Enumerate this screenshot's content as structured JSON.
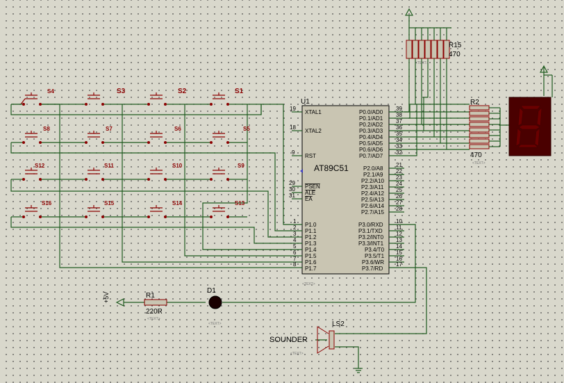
{
  "keypad": {
    "labels": [
      "S4",
      "S3",
      "S2",
      "S1",
      "S8",
      "S7",
      "S6",
      "S5",
      "S12",
      "S11",
      "S10",
      "S9",
      "S16",
      "S15",
      "S14",
      "S13"
    ]
  },
  "mcu": {
    "ref": "U1",
    "part": "AT89C51",
    "text_tag": "<TEXT>",
    "left_pins": [
      {
        "num": "19",
        "name": "XTAL1"
      },
      {
        "num": "18",
        "name": "XTAL2"
      },
      {
        "num": "9",
        "name": "RST"
      },
      {
        "num": "29",
        "name": "PSEN"
      },
      {
        "num": "30",
        "name": "ALE"
      },
      {
        "num": "31",
        "name": "EA"
      },
      {
        "num": "1",
        "name": "P1.0"
      },
      {
        "num": "2",
        "name": "P1.1"
      },
      {
        "num": "3",
        "name": "P1.2"
      },
      {
        "num": "4",
        "name": "P1.3"
      },
      {
        "num": "5",
        "name": "P1.4"
      },
      {
        "num": "6",
        "name": "P1.5"
      },
      {
        "num": "7",
        "name": "P1.6"
      },
      {
        "num": "8",
        "name": "P1.7"
      }
    ],
    "right_pins": [
      {
        "num": "39",
        "name": "P0.0/AD0"
      },
      {
        "num": "38",
        "name": "P0.1/AD1"
      },
      {
        "num": "37",
        "name": "P0.2/AD2"
      },
      {
        "num": "36",
        "name": "P0.3/AD3"
      },
      {
        "num": "35",
        "name": "P0.4/AD4"
      },
      {
        "num": "34",
        "name": "P0.5/AD5"
      },
      {
        "num": "33",
        "name": "P0.6/AD6"
      },
      {
        "num": "32",
        "name": "P0.7/AD7"
      },
      {
        "num": "21",
        "name": "P2.0/A8"
      },
      {
        "num": "22",
        "name": "P2.1/A9"
      },
      {
        "num": "23",
        "name": "P2.2/A10"
      },
      {
        "num": "24",
        "name": "P2.3/A11"
      },
      {
        "num": "25",
        "name": "P2.4/A12"
      },
      {
        "num": "26",
        "name": "P2.5/A13"
      },
      {
        "num": "27",
        "name": "P2.6/A14"
      },
      {
        "num": "28",
        "name": "P2.7/A15"
      },
      {
        "num": "10",
        "name": "P3.0/RXD"
      },
      {
        "num": "11",
        "name": "P3.1/TXD"
      },
      {
        "num": "12",
        "name": "P3.2/INT0"
      },
      {
        "num": "13",
        "name": "P3.3/INT1"
      },
      {
        "num": "14",
        "name": "P3.4/T0"
      },
      {
        "num": "15",
        "name": "P3.5/T1"
      },
      {
        "num": "16",
        "name": "P3.6/WR"
      },
      {
        "num": "17",
        "name": "P3.7/RD"
      }
    ]
  },
  "rpack": {
    "ref": "R15",
    "value": "470",
    "text_tag": "<TEXT>"
  },
  "r2": {
    "ref": "R2",
    "value": "470",
    "text_tag": "<TEXT>"
  },
  "r1": {
    "ref": "R1",
    "value": "220R",
    "text_tag": "<TEXT>"
  },
  "d1": {
    "ref": "D1",
    "text_tag": "<TEXT>"
  },
  "power": {
    "label": "+5V"
  },
  "sounder": {
    "ref": "LS2",
    "label": "SOUNDER",
    "text_tag": "<TEXT>"
  },
  "colors": {
    "wire": "#1e5a1e",
    "component": "#8b0000",
    "background": "#d9d8cc",
    "ic_body": "#c9c5b2"
  }
}
